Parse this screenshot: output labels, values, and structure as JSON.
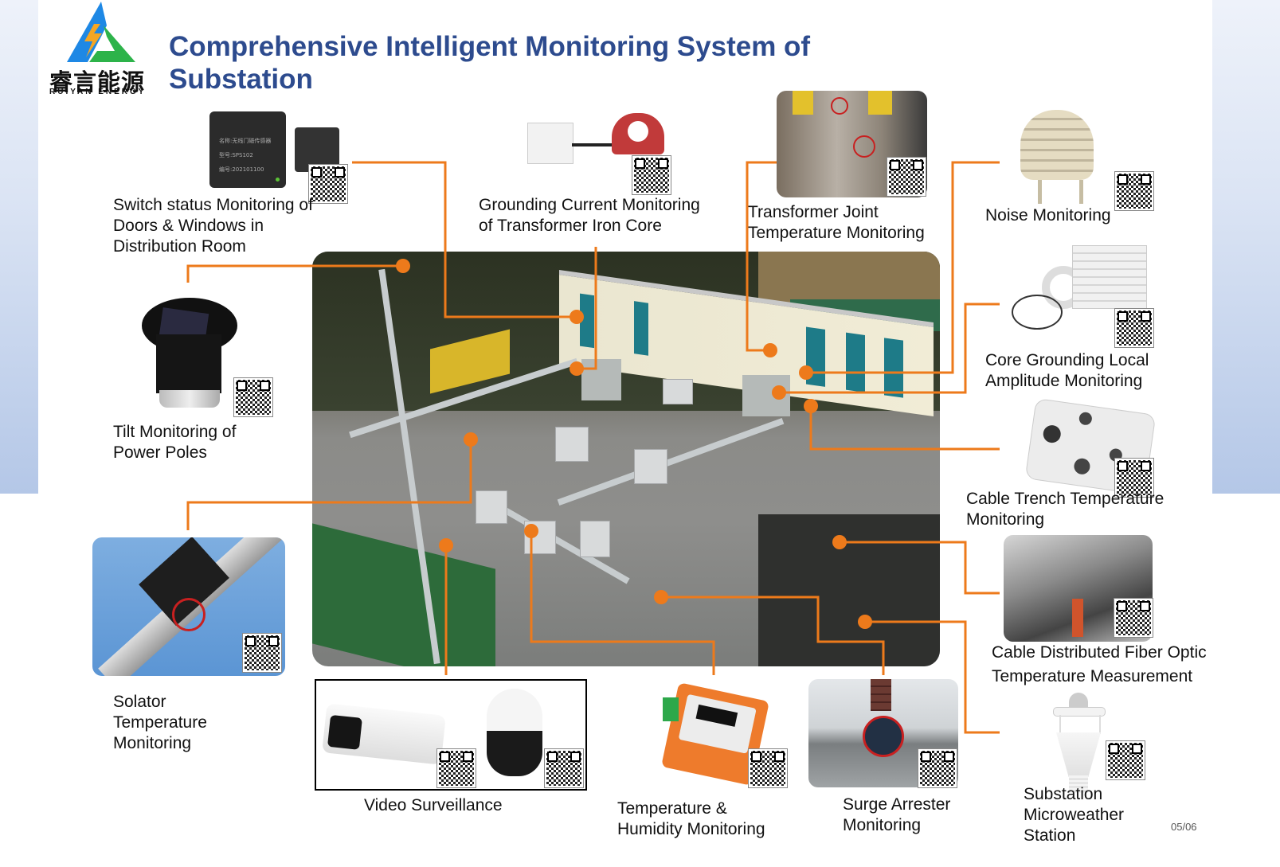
{
  "header": {
    "title_line1": "Comprehensive Intelligent Monitoring System of",
    "title_line2": "Substation",
    "logo_cn": "睿言能源",
    "logo_en": "RUIYAN ENERGY"
  },
  "colors": {
    "title": "#2d4b8e",
    "connector": "#ed7a1b",
    "side_panel": "#b4c7e7",
    "logo_blue": "#1e88e5",
    "logo_green": "#2db34a",
    "logo_bolt": "#f5a623"
  },
  "modules": [
    {
      "id": "door-switch",
      "label": "Switch status Monitoring of\nDoors & Windows in\nDistribution Room",
      "device_text": [
        "名称:无线门磁传感器",
        "型号:SPS102",
        "编号:202101100"
      ]
    },
    {
      "id": "grounding-current",
      "label": "Grounding Current Monitoring\nof Transformer Iron Core"
    },
    {
      "id": "transformer-joint",
      "label": "Transformer Joint\nTemperature Monitoring"
    },
    {
      "id": "noise",
      "label": "Noise Monitoring"
    },
    {
      "id": "core-grounding",
      "label": "Core Grounding Local\nAmplitude Monitoring"
    },
    {
      "id": "tilt",
      "label": "Tilt Monitoring of\nPower Poles"
    },
    {
      "id": "cable-trench",
      "label": "Cable Trench Temperature\nMonitoring"
    },
    {
      "id": "solator",
      "label": "Solator\nTemperature\nMonitoring"
    },
    {
      "id": "fiber-optic",
      "label": "Cable Distributed Fiber Optic\nTemperature Measurement"
    },
    {
      "id": "video",
      "label": "Video Surveillance"
    },
    {
      "id": "temp-humidity",
      "label": "Temperature &\nHumidity Monitoring"
    },
    {
      "id": "surge-arrester",
      "label": "Surge Arrester\nMonitoring"
    },
    {
      "id": "microweather",
      "label": "Substation\nMicroweather\nStation"
    }
  ],
  "footer": {
    "page": "05/06"
  }
}
